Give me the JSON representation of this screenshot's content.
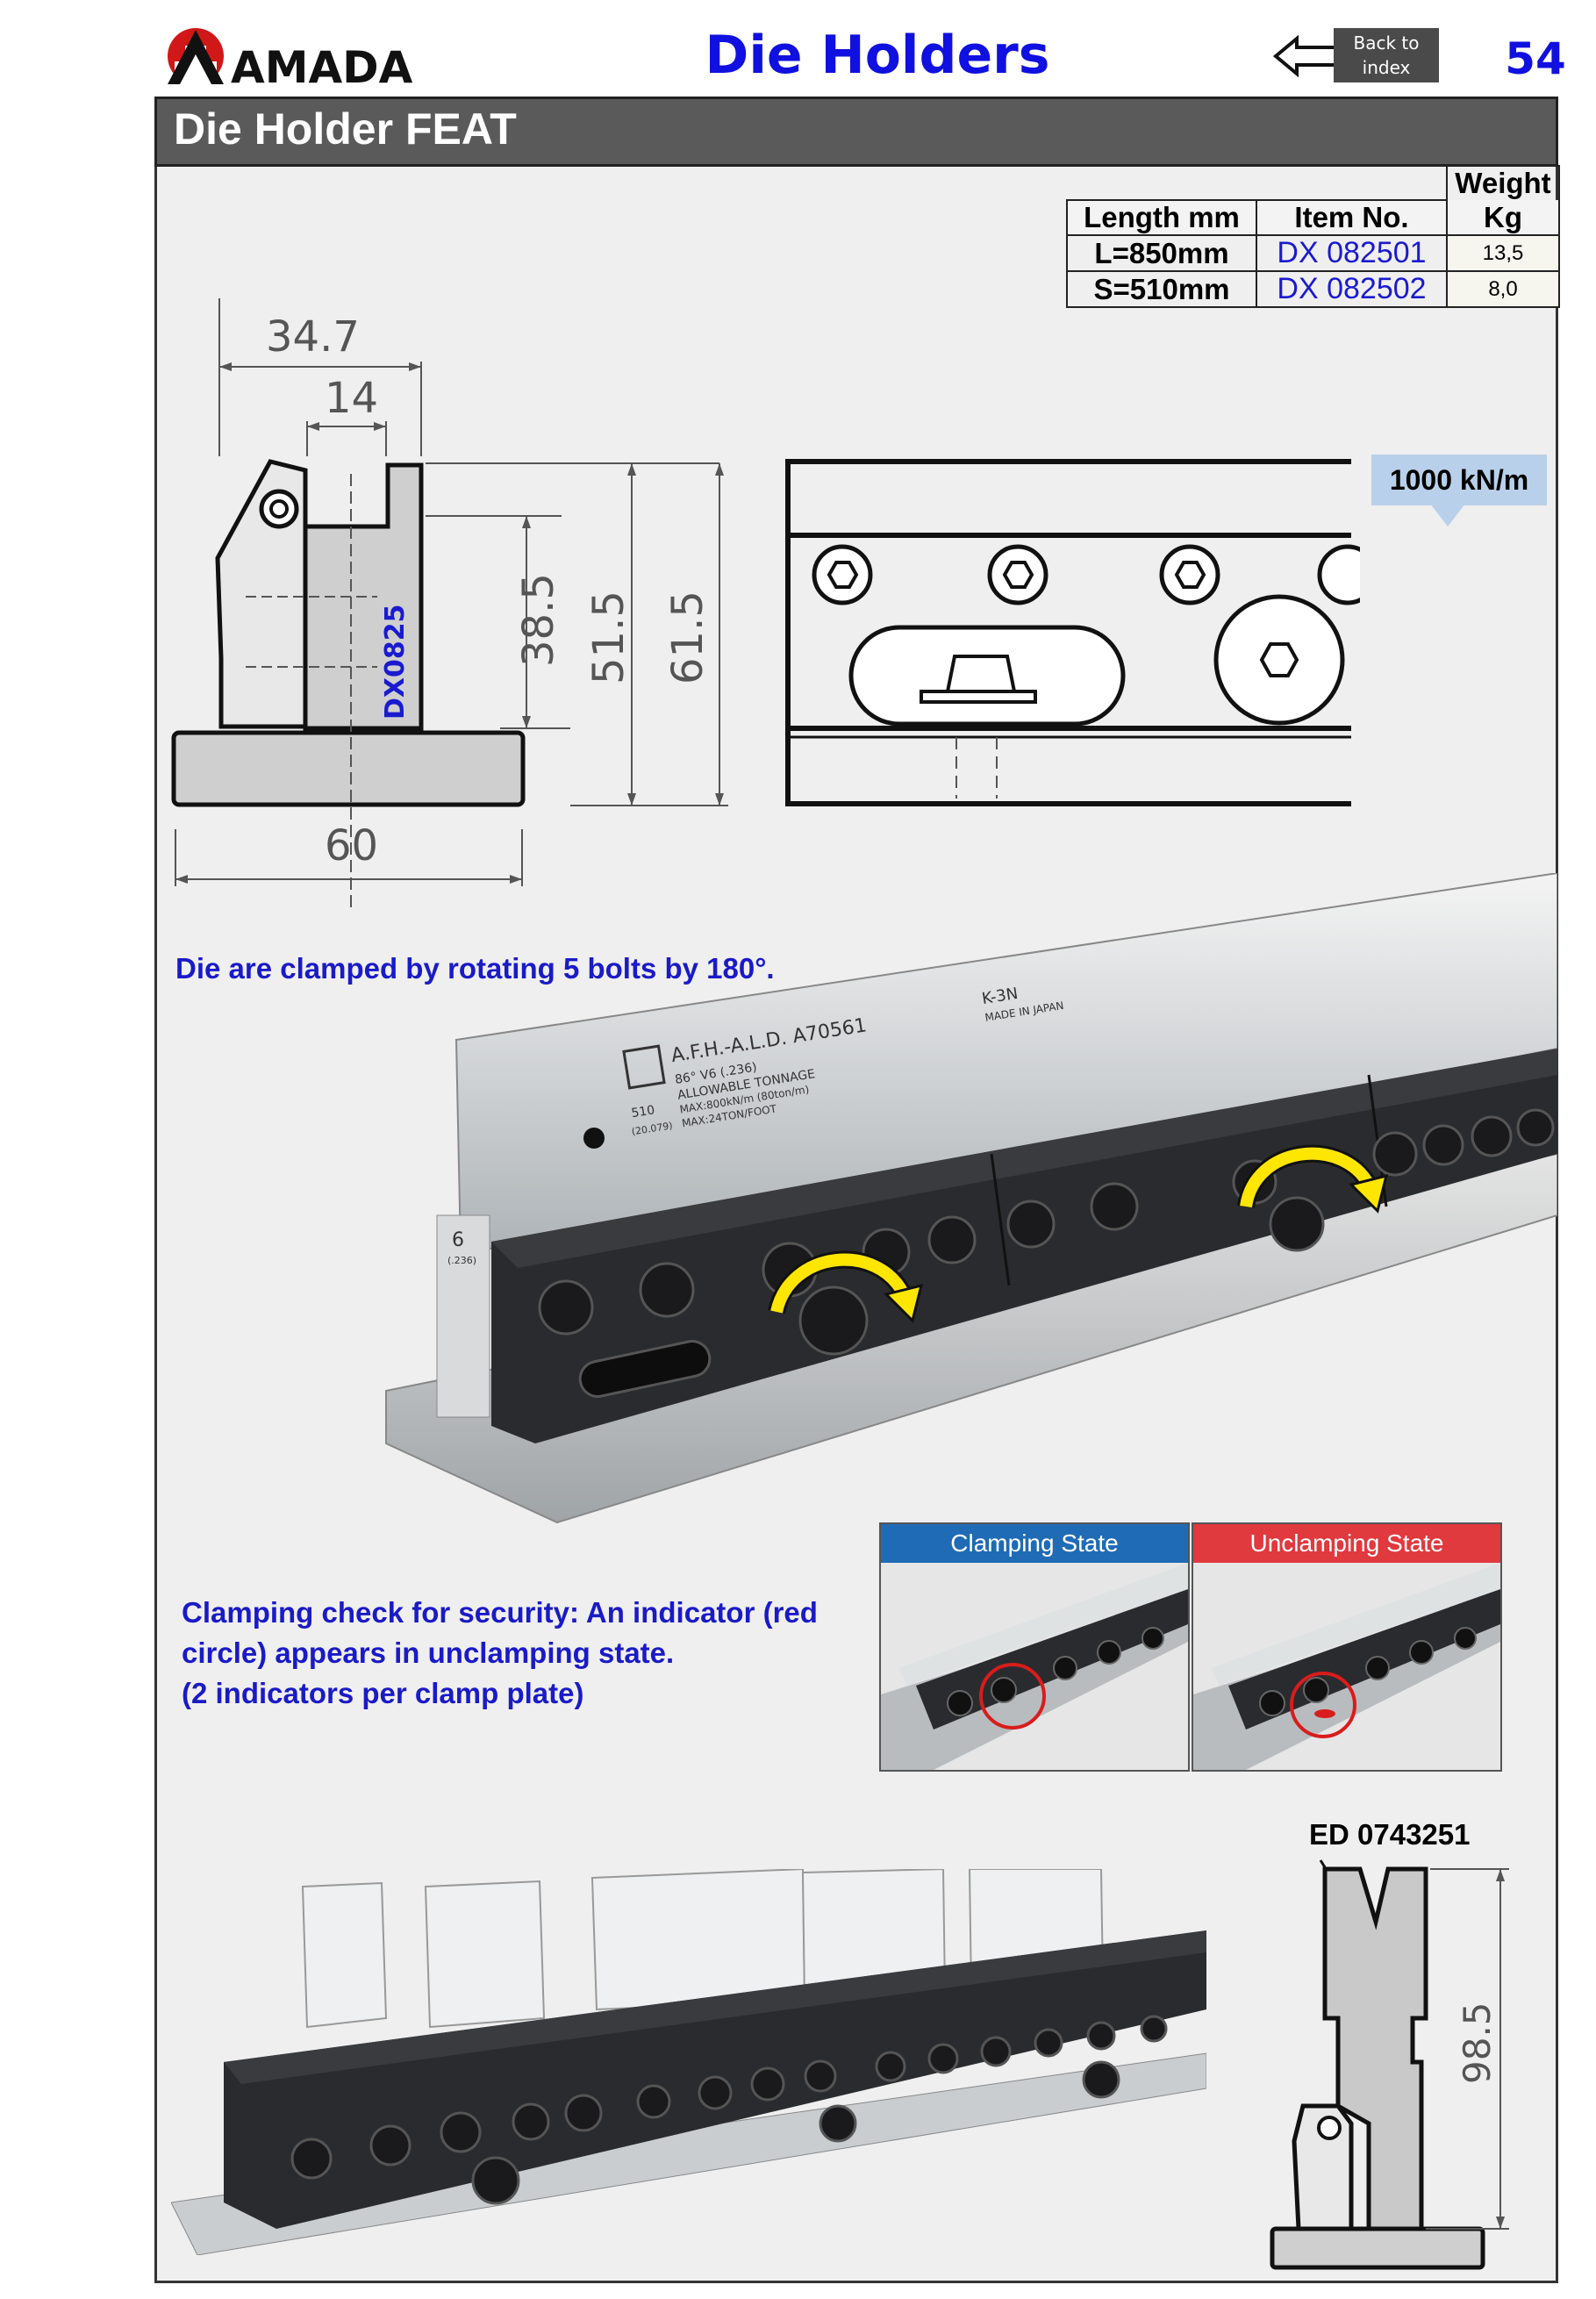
{
  "header": {
    "logo_text": "AMADA",
    "title": "Die Holders",
    "back_label_line1": "Back to",
    "back_label_line2": "index",
    "page_number": "54"
  },
  "section": {
    "title": "Die Holder  FEAT"
  },
  "spec_table": {
    "headers": [
      "Length mm",
      "Item No.",
      "Weight",
      "Kg"
    ],
    "rows": [
      {
        "length": "L=850mm",
        "item_no": "DX 082501",
        "weight": "13,5"
      },
      {
        "length": "S=510mm",
        "item_no": "DX 082502",
        "weight": "8,0"
      }
    ]
  },
  "drawing": {
    "dims": [
      "34.7",
      "14",
      "38.5",
      "51.5",
      "61.5",
      "60"
    ],
    "part_label": "DX0825"
  },
  "tonnage_label": "1000 kN/m",
  "notes": {
    "clamp_note": "Die are clamped by rotating 5 bolts by 180°.",
    "check_note_line1": "Clamping check for security: An indicator (red",
    "check_note_line2": "circle) appears in unclamping state.",
    "check_note_line3": "(2 indicators per clamp plate)"
  },
  "photo_text": {
    "die_code": "A.F.H.-A.L.D. A70561",
    "die_spec": "86°  V6  (.236)",
    "tonnage_line": "ALLOWABLE TONNAGE",
    "max1": "MAX:800kN/m (80ton/m)",
    "max2": "MAX:24TON/FOOT",
    "model": "K-3N",
    "origin": "MADE IN JAPAN",
    "height_mark": "510",
    "height_sub": "(20.079)",
    "end_mark": "6",
    "end_sub": "(.236)"
  },
  "states": {
    "clamping": "Clamping State",
    "unclamping": "Unclamping State"
  },
  "ed": {
    "label": "ED 0743251",
    "dim": "98.5"
  },
  "colors": {
    "accent_blue": "#1010e0",
    "clamp_blue": "#1f6bb5",
    "unclamp_red": "#e0393e",
    "indicator_red": "#d91c1c"
  }
}
